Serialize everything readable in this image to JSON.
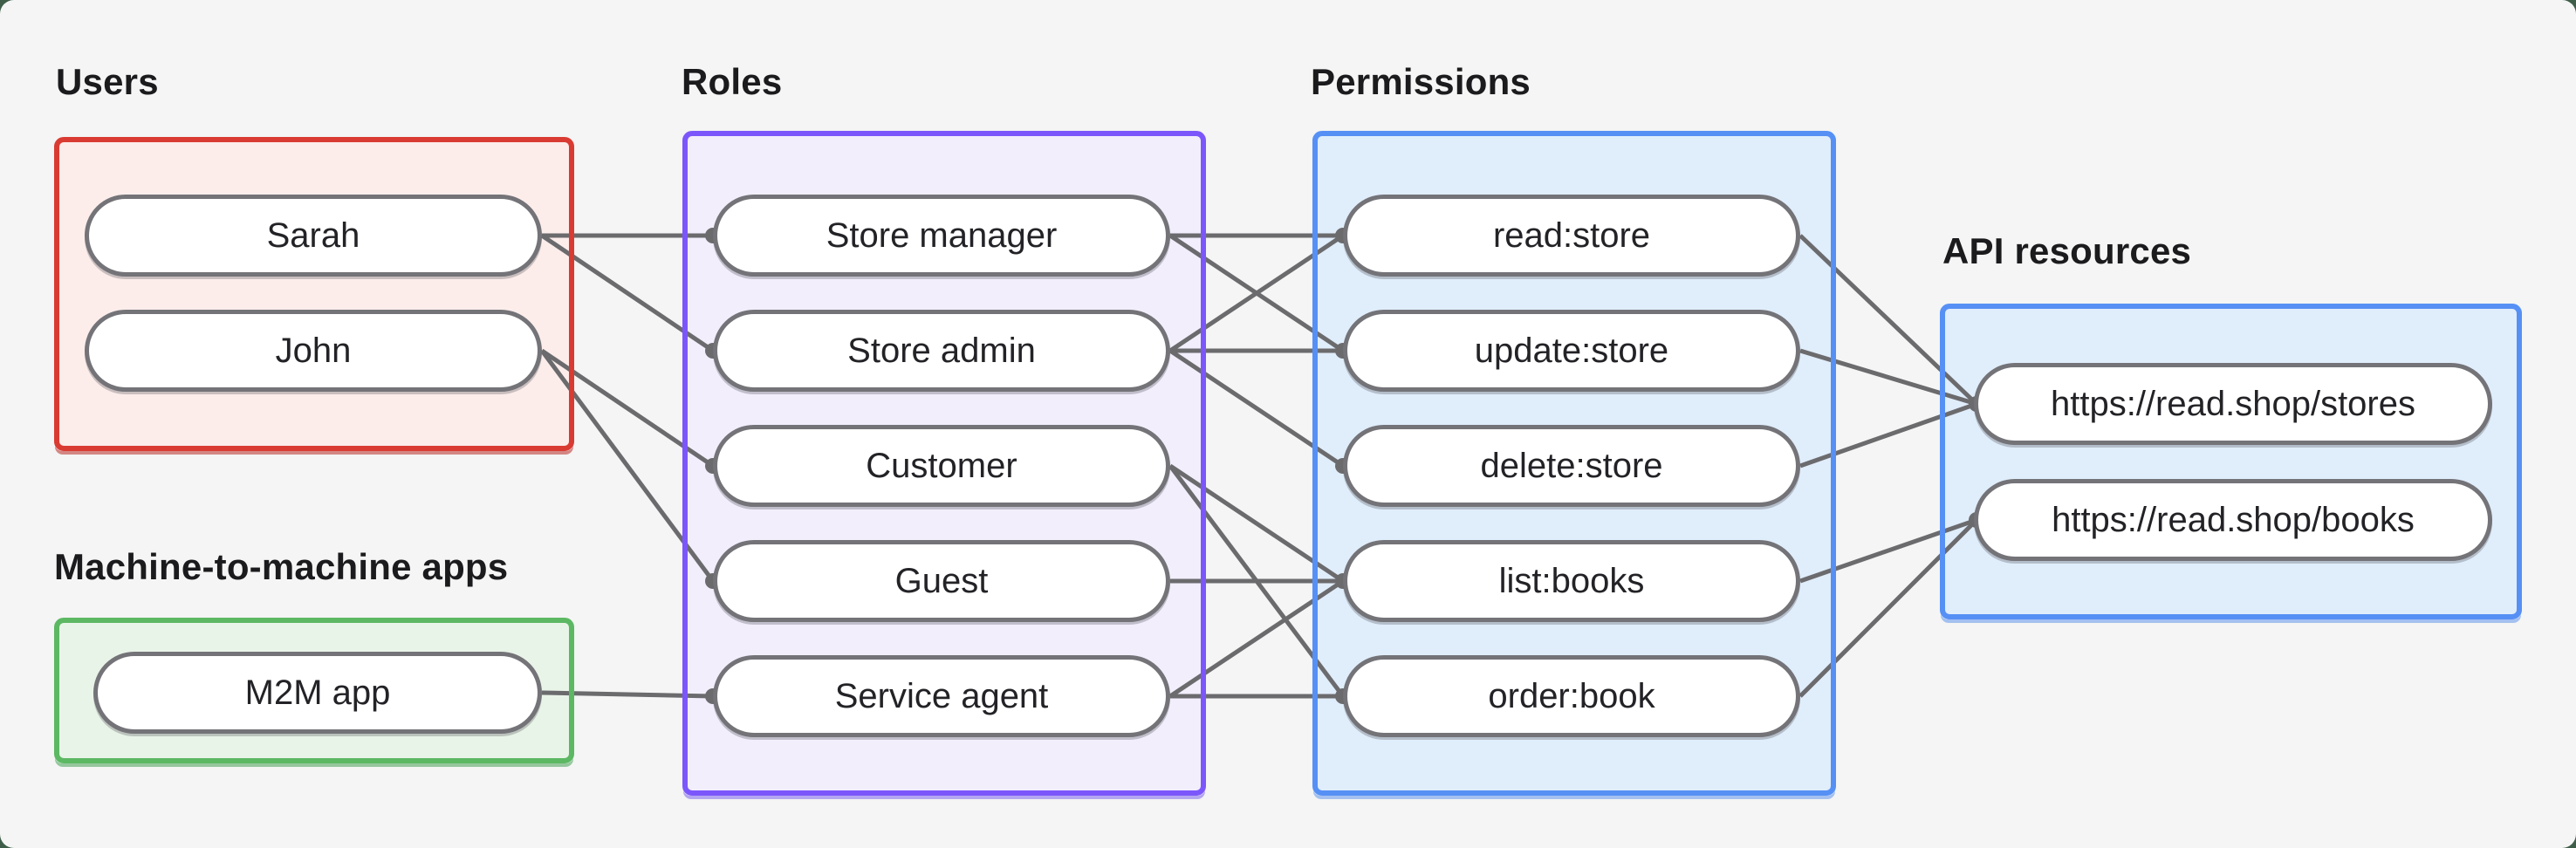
{
  "diagram": {
    "title_labels": {
      "users": "Users",
      "m2m": "Machine-to-machine apps",
      "roles": "Roles",
      "permissions": "Permissions",
      "api": "API resources"
    },
    "groups": {
      "users": {
        "label": "Users",
        "border_color": "#d93b32",
        "fill_color": "#fcedeb"
      },
      "m2m": {
        "label": "Machine-to-machine apps",
        "border_color": "#5cb863",
        "fill_color": "#e9f4e8"
      },
      "roles": {
        "label": "Roles",
        "border_color": "#7b57fb",
        "fill_color": "#f2eefc"
      },
      "permissions": {
        "label": "Permissions",
        "border_color": "#5690f5",
        "fill_color": "#e0edfb"
      },
      "api": {
        "label": "API resources",
        "border_color": "#5690f5",
        "fill_color": "#e0edfb"
      }
    },
    "nodes": {
      "sarah": {
        "label": "Sarah",
        "group": "users"
      },
      "john": {
        "label": "John",
        "group": "users"
      },
      "m2m_app": {
        "label": "M2M app",
        "group": "m2m"
      },
      "store_manager": {
        "label": "Store manager",
        "group": "roles"
      },
      "store_admin": {
        "label": "Store admin",
        "group": "roles"
      },
      "customer": {
        "label": "Customer",
        "group": "roles"
      },
      "guest": {
        "label": "Guest",
        "group": "roles"
      },
      "service_agent": {
        "label": "Service agent",
        "group": "roles"
      },
      "read_store": {
        "label": "read:store",
        "group": "permissions"
      },
      "update_store": {
        "label": "update:store",
        "group": "permissions"
      },
      "delete_store": {
        "label": "delete:store",
        "group": "permissions"
      },
      "list_books": {
        "label": "list:books",
        "group": "permissions"
      },
      "order_book": {
        "label": "order:book",
        "group": "permissions"
      },
      "stores_api": {
        "label": "https://read.shop/stores",
        "group": "api"
      },
      "books_api": {
        "label": "https://read.shop/books",
        "group": "api"
      }
    },
    "edges": [
      {
        "from": "sarah",
        "to": "store_manager"
      },
      {
        "from": "sarah",
        "to": "store_admin"
      },
      {
        "from": "john",
        "to": "customer"
      },
      {
        "from": "john",
        "to": "guest"
      },
      {
        "from": "m2m_app",
        "to": "service_agent"
      },
      {
        "from": "store_manager",
        "to": "read_store"
      },
      {
        "from": "store_manager",
        "to": "update_store"
      },
      {
        "from": "store_admin",
        "to": "read_store"
      },
      {
        "from": "store_admin",
        "to": "update_store"
      },
      {
        "from": "store_admin",
        "to": "delete_store"
      },
      {
        "from": "customer",
        "to": "list_books"
      },
      {
        "from": "customer",
        "to": "order_book"
      },
      {
        "from": "guest",
        "to": "list_books"
      },
      {
        "from": "service_agent",
        "to": "list_books"
      },
      {
        "from": "service_agent",
        "to": "order_book"
      },
      {
        "from": "read_store",
        "to": "stores_api"
      },
      {
        "from": "update_store",
        "to": "stores_api"
      },
      {
        "from": "delete_store",
        "to": "stores_api"
      },
      {
        "from": "list_books",
        "to": "books_api"
      },
      {
        "from": "order_book",
        "to": "books_api"
      }
    ],
    "colors": {
      "page_background": "#f4f5f4",
      "outside_corner_background": "#3f5e49",
      "connector_line": "#6b6b6e",
      "connector_dot": "#6b6b6e",
      "node_border": "#737378",
      "node_fill": "#ffffff",
      "text": "#232327",
      "label_text": "#1b1b1e"
    }
  }
}
